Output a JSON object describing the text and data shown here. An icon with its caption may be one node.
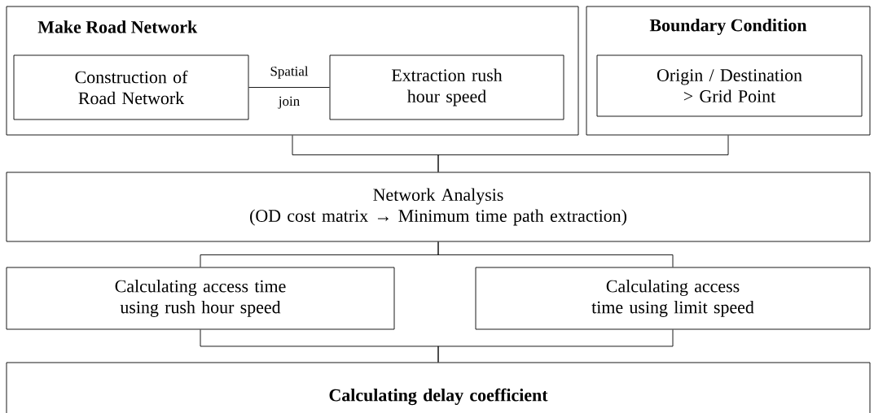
{
  "diagram": {
    "nodes": [
      {
        "text": [
          "Make Road Network"
        ]
      },
      {
        "text": [
          "Construction of Road Network"
        ],
        "in": 0
      },
      {
        "text": [
          "Extraction rush hour speed"
        ],
        "in": 0
      },
      {
        "text": [
          "Boundary Condition"
        ]
      },
      {
        "text": [
          "Origin / Destination > Grid Point"
        ],
        "in": 3
      },
      {
        "text": [
          "Network Analysis",
          "(OD cost matrix → Minimum time path extraction)"
        ]
      },
      {
        "text": [
          "Calculating access time using rush hour speed"
        ]
      },
      {
        "text": [
          "Calculating access time using limit speed"
        ]
      },
      {
        "text": [
          "Calculating delay coefficient"
        ]
      }
    ],
    "edges": [
      {
        "from": 1,
        "to": 2,
        "arrow": "none",
        "label": "Spatial join"
      },
      {
        "from": 0,
        "to": 5,
        "arrow": "none"
      },
      {
        "from": 3,
        "to": 5,
        "arrow": "none"
      },
      {
        "from": 5,
        "to": 6,
        "arrow": "none"
      },
      {
        "from": 5,
        "to": 7,
        "arrow": "none"
      },
      {
        "from": 6,
        "to": 8,
        "arrow": "none"
      },
      {
        "from": 7,
        "to": 8,
        "arrow": "none"
      }
    ]
  }
}
